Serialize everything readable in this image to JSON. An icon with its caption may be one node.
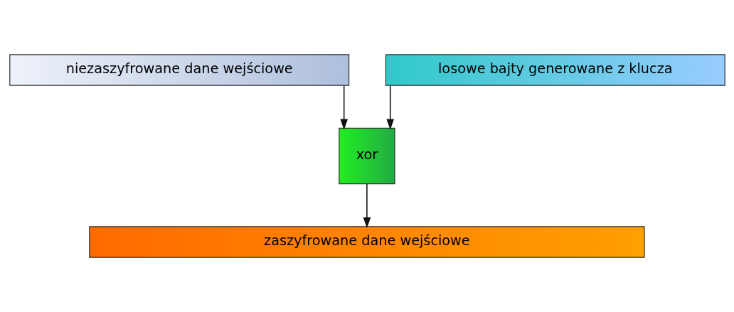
{
  "diagram": {
    "nodes": [
      {
        "text": [
          "niezaszyfrowane dane wejściowe"
        ]
      },
      {
        "text": [
          "losowe bajty generowane z klucza"
        ]
      },
      {
        "text": [
          "xor"
        ]
      },
      {
        "text": [
          "zaszyfrowane dane wejściowe"
        ]
      }
    ],
    "edges": [
      {
        "from": 0,
        "to": 2,
        "arrow": "to"
      },
      {
        "from": 1,
        "to": 2,
        "arrow": "to"
      },
      {
        "from": 2,
        "to": 3,
        "arrow": "to"
      }
    ]
  }
}
